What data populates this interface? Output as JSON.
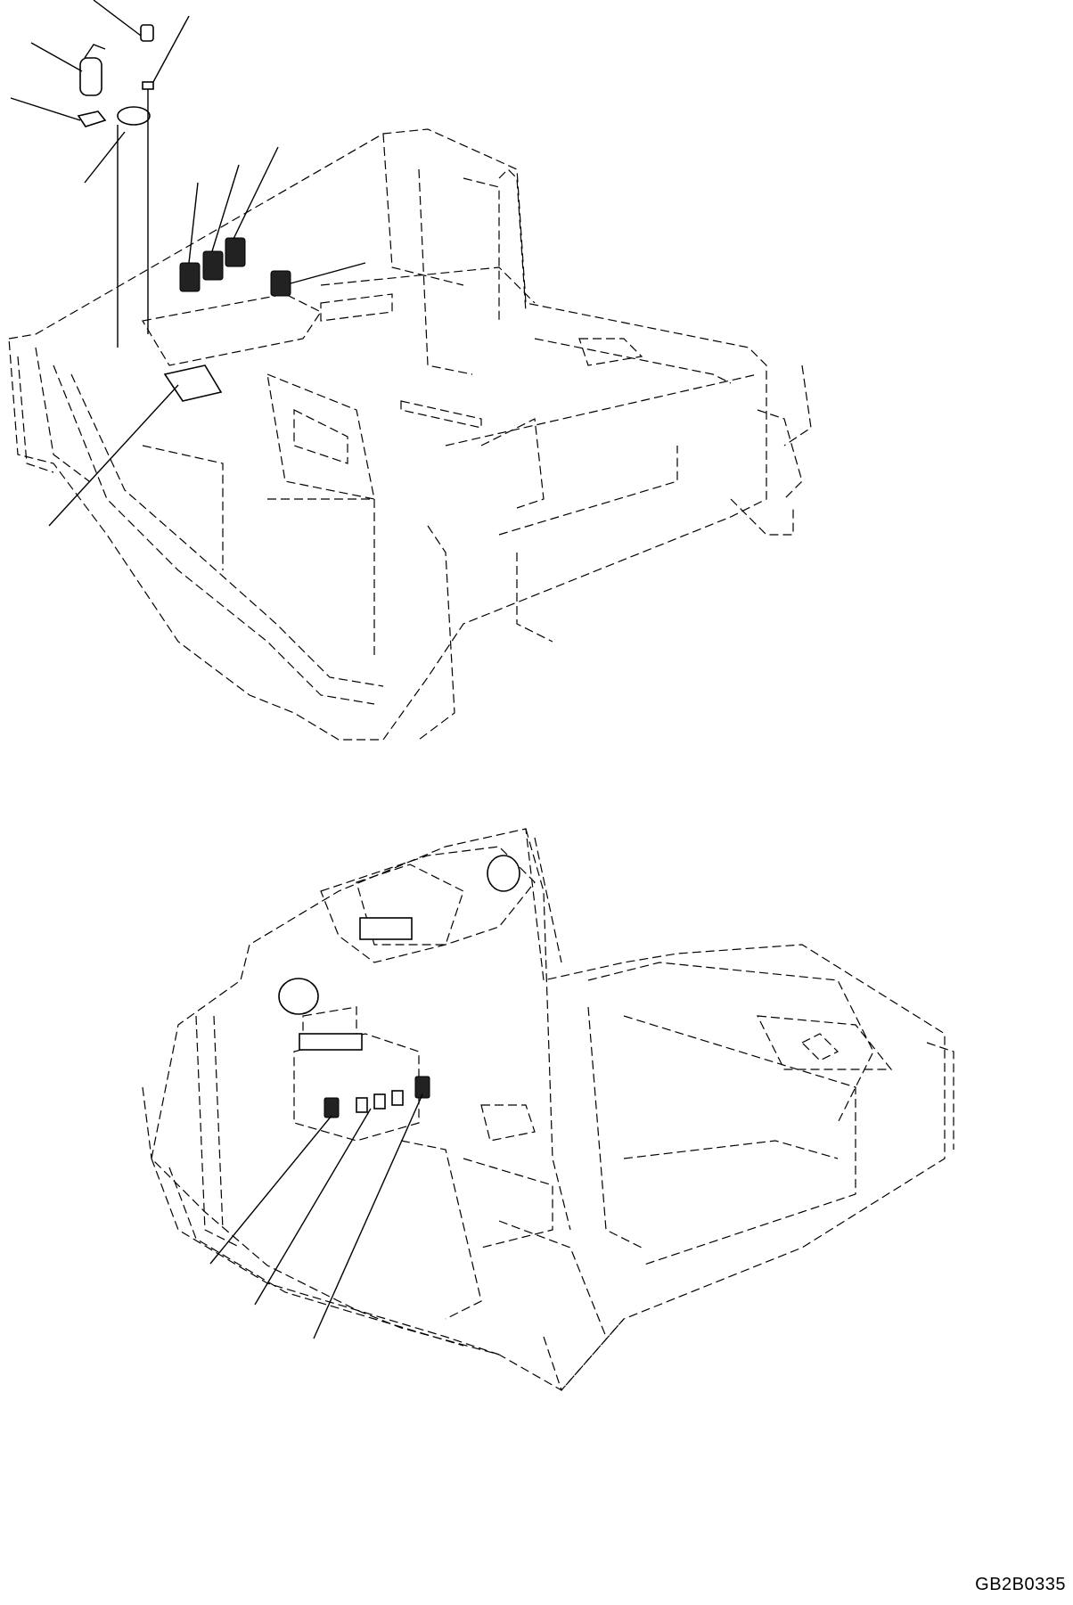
{
  "drawing_code": "GB2B0335",
  "views": [
    {
      "name": "upper-view",
      "description_shown": false
    },
    {
      "name": "lower-view",
      "description_shown": false
    }
  ]
}
